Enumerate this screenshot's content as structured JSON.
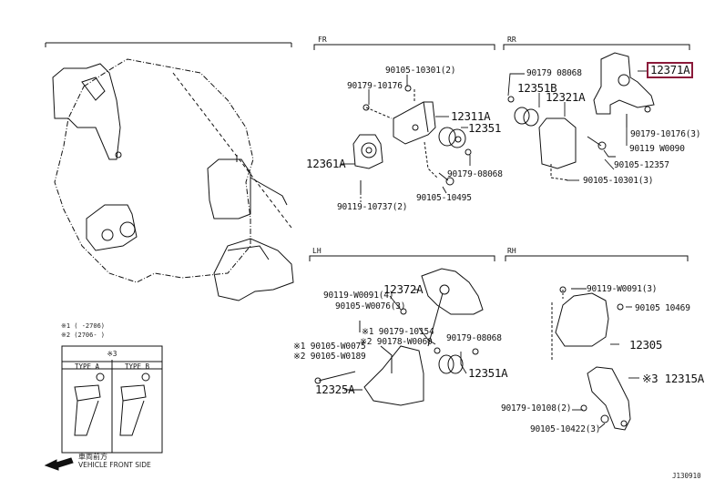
{
  "diagram": {
    "sheet_id": "J130910",
    "sections": {
      "fr": "FR",
      "rr": "RR",
      "lh": "LH",
      "rh": "RH"
    },
    "fr_parts": {
      "bolt_a": "90105-10301(2)",
      "nut_a": "90179-10176",
      "bracket": "12311A",
      "insulator": "12351",
      "mount": "12361A",
      "nut_b": "90179-08068",
      "bolt_b": "90105-10495",
      "bolt_c": "90119-10737(2)"
    },
    "rr_parts": {
      "nut_a": "90179 08068",
      "insulator": "12351B",
      "bracket": "12321A",
      "mount": "12371A",
      "nut_b": "90179-10176(3)",
      "bolt_a": "90119 W0090",
      "bolt_b": "90105-12357",
      "bolt_c": "90105-10301(3)"
    },
    "lh_parts": {
      "mount": "12372A",
      "bolt_a": "90119-W0091(4)",
      "bolt_b": "90105-W0076(3)",
      "nut_a1": "※1 90179-10154",
      "nut_a2": "※2 90178-W0060",
      "bolt_c1": "※1 90105-W0075",
      "bolt_c2": "※2 90105-W0189",
      "nut_b": "90179-08068",
      "insulator": "12351A",
      "bracket": "12325A"
    },
    "rh_parts": {
      "bolt_a": "90119-W0091(3)",
      "bolt_b": "90105 10469",
      "mount": "12305",
      "bracket": "※3 12315A",
      "nut_a": "90179-10108(2)",
      "bolt_c": "90105-10422(3)"
    },
    "notes": {
      "note1": "※1 (     -2706)",
      "note2": "※2 (2706-     )",
      "type_header": "※3",
      "type_a": "TYPE A",
      "type_b": "TYPE B"
    },
    "direction": {
      "jp": "車両前方",
      "en": "VEHICLE FRONT SIDE"
    },
    "highlight_color": "#8b1a3a"
  }
}
